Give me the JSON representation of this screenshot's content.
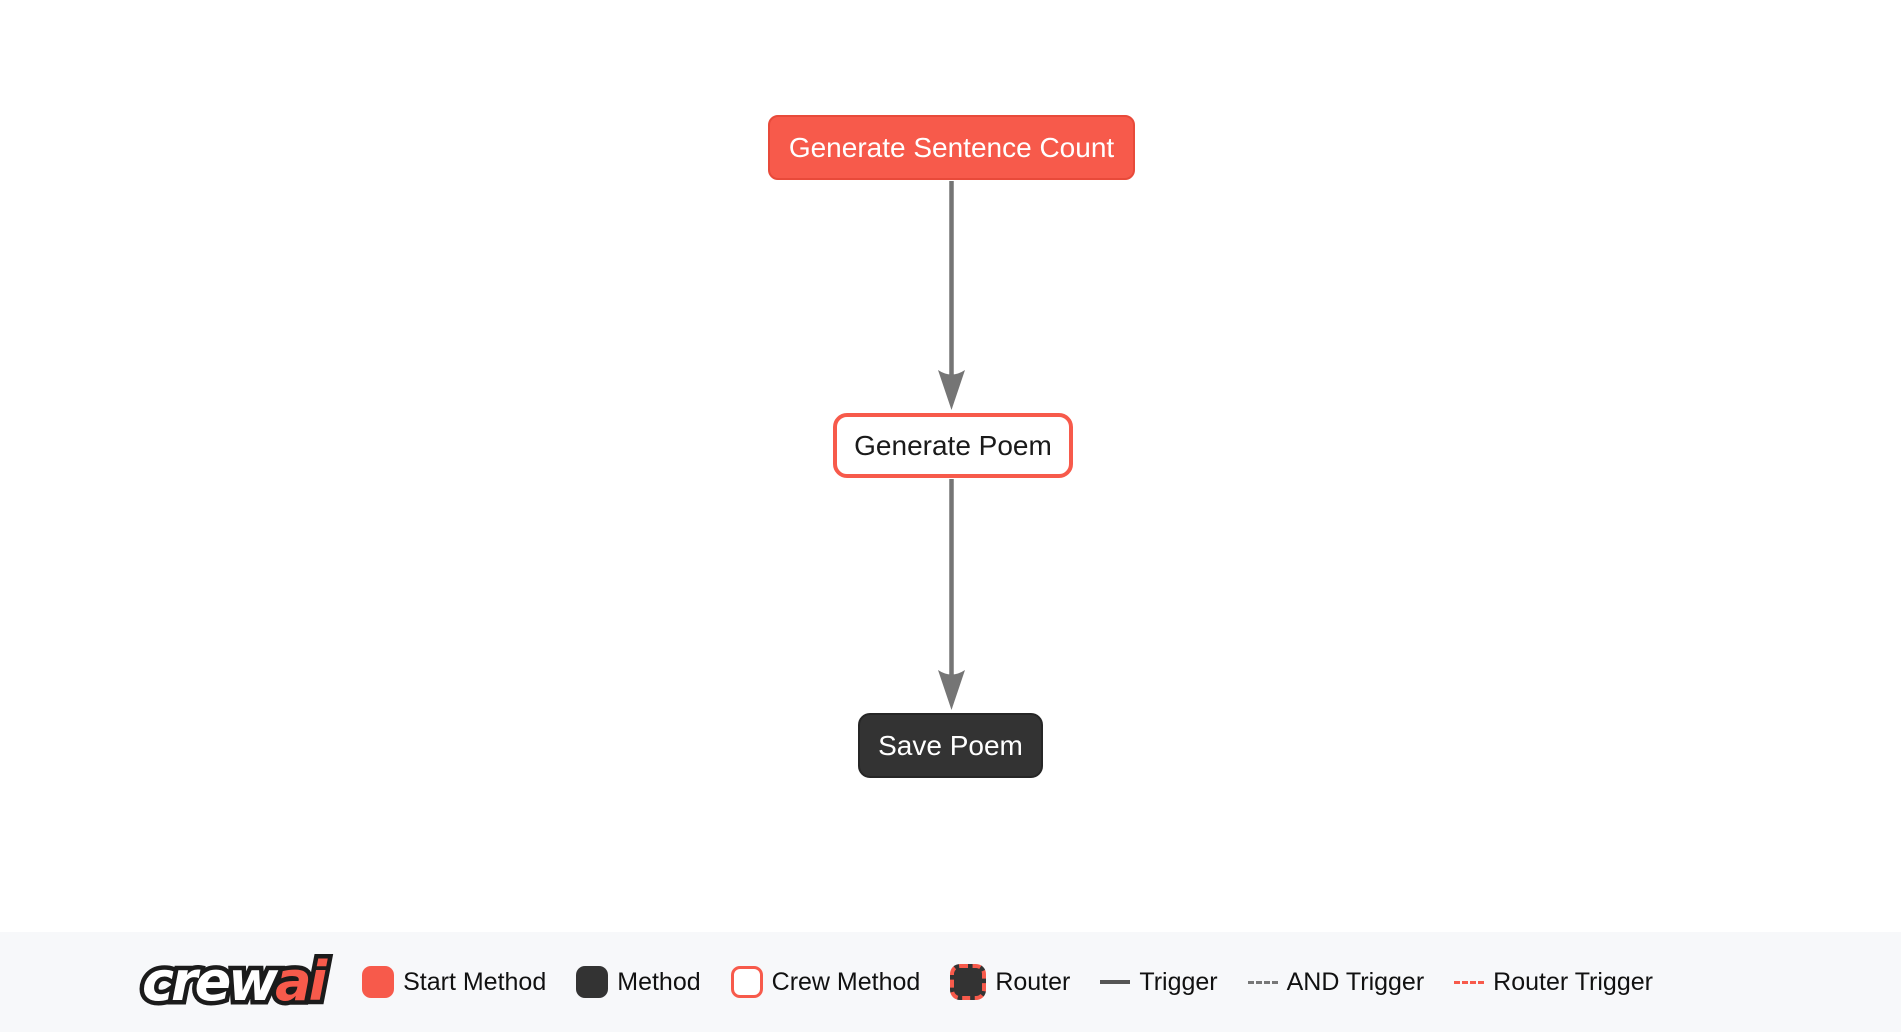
{
  "flow": {
    "nodes": [
      {
        "label": "Generate Sentence Count",
        "type": "start-method"
      },
      {
        "label": "Generate Poem",
        "type": "crew-method"
      },
      {
        "label": "Save Poem",
        "type": "method"
      }
    ],
    "edges": [
      {
        "from": "Generate Sentence Count",
        "to": "Generate Poem",
        "type": "trigger"
      },
      {
        "from": "Generate Poem",
        "to": "Save Poem",
        "type": "trigger"
      }
    ]
  },
  "legend": {
    "logo": {
      "crew": "crew",
      "ai": "ai"
    },
    "items": [
      {
        "label": "Start Method",
        "swatch": "start-method-square"
      },
      {
        "label": "Method",
        "swatch": "method-square"
      },
      {
        "label": "Crew Method",
        "swatch": "crew-method-square"
      },
      {
        "label": "Router",
        "swatch": "router-square"
      },
      {
        "label": "Trigger",
        "swatch": "solid-line"
      },
      {
        "label": "AND Trigger",
        "swatch": "dashed-line"
      },
      {
        "label": "Router Trigger",
        "swatch": "router-dashed-line"
      }
    ]
  },
  "colors": {
    "accent": "#f75a4b",
    "accent_border": "#e84a3a",
    "dark": "#333333",
    "arrow": "#757575",
    "legend_bg": "#f7f8fa"
  }
}
